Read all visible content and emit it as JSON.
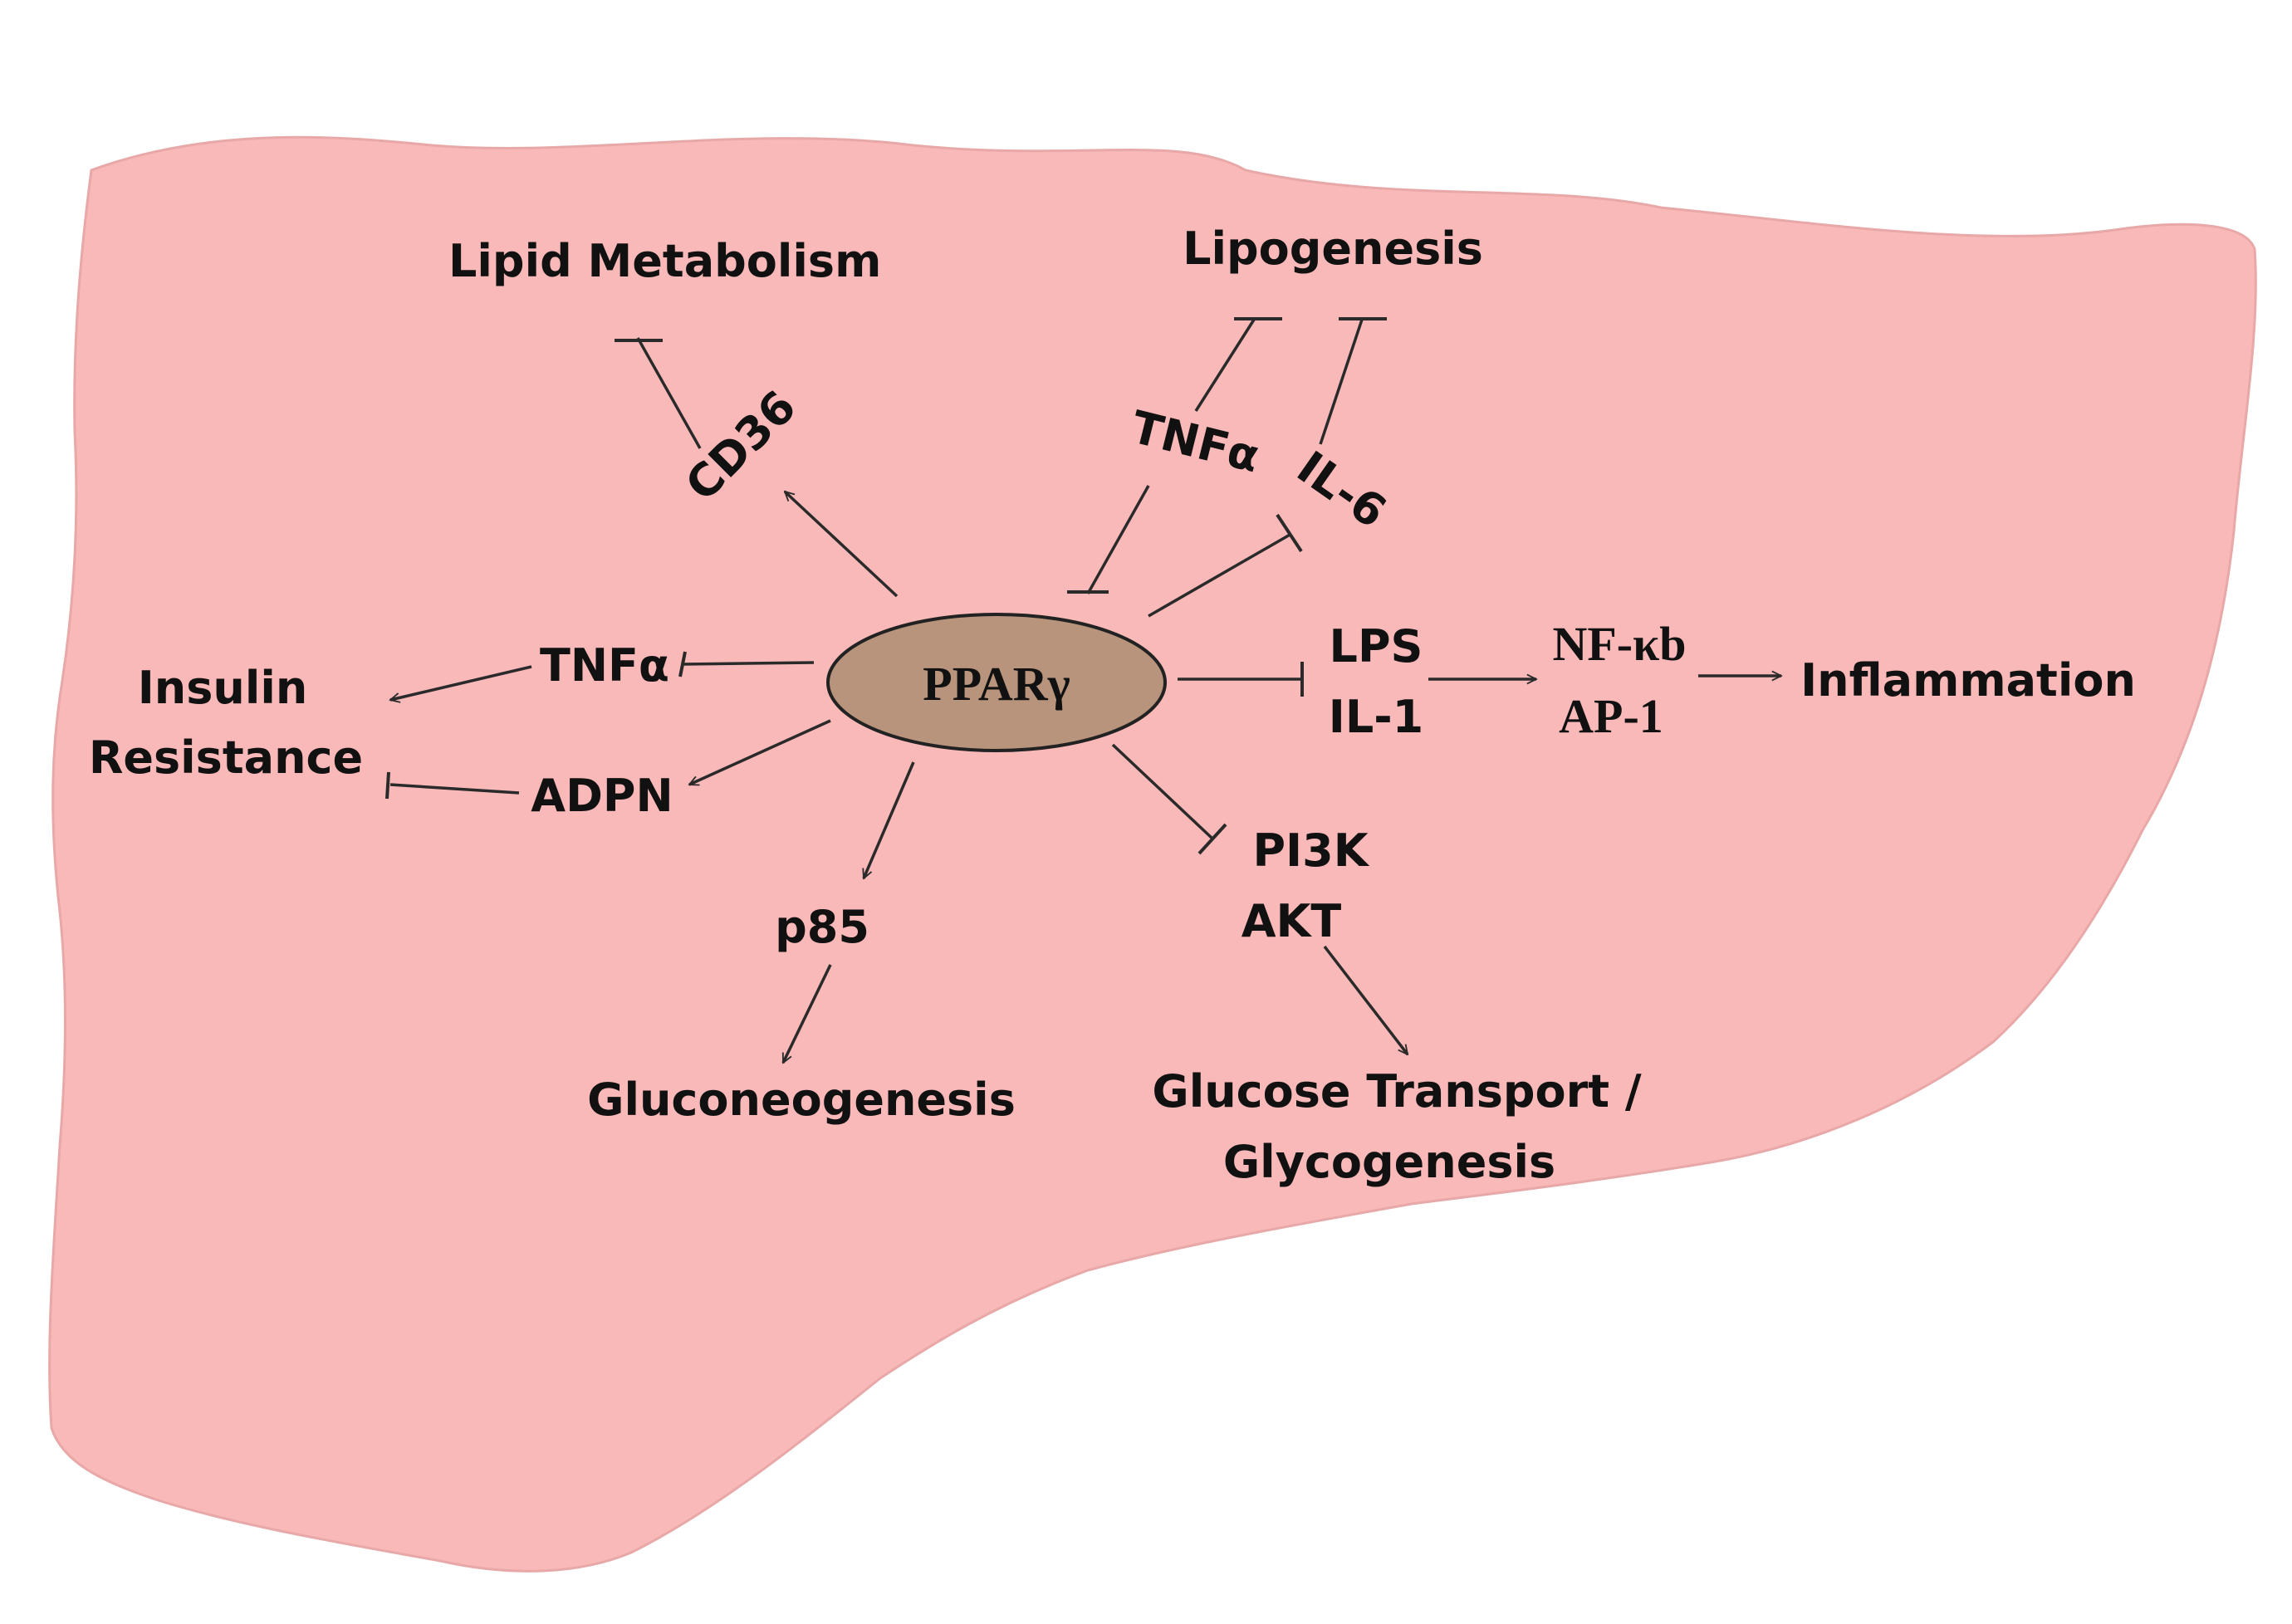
{
  "colors": {
    "liver_fill": "#f9b9b9",
    "center_fill": "#b8947c",
    "stroke": "#2a2a2a"
  },
  "center": "PPARγ",
  "labels": {
    "lipid_metabolism": "Lipid Metabolism",
    "cd36": "CD36",
    "lipogenesis": "Lipogenesis",
    "tnfa_top": "TNFα",
    "il6": "IL-6",
    "tnfa_left": "TNFα",
    "insulin": "Insulin",
    "resistance": "Resistance",
    "adpn": "ADPN",
    "lps": "LPS",
    "il1": "IL-1",
    "nfkb": "NF-κb",
    "ap1": "AP-1",
    "inflammation": "Inflammation",
    "pi3k": "PI3K",
    "akt": "AKT",
    "p85": "p85",
    "gluconeogenesis": "Gluconeogenesis",
    "glucose_transport": "Glucose Transport /",
    "glycogenesis": "Glycogenesis"
  }
}
